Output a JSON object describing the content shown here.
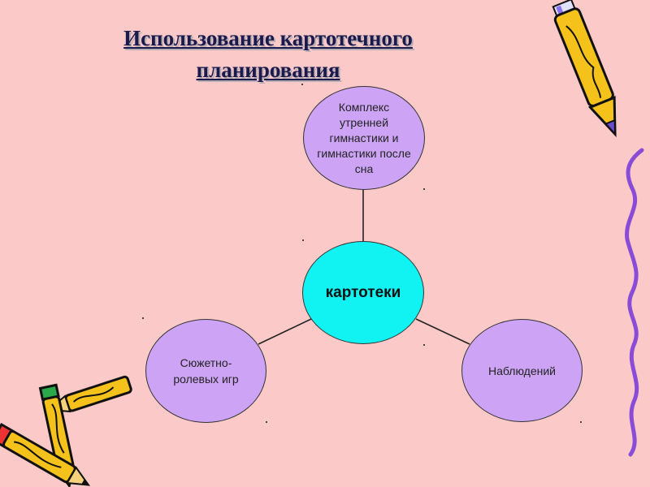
{
  "title": {
    "line1": "Использование картотечного",
    "line2": "планирования"
  },
  "diagram": {
    "center": "картотеки",
    "top": "Комплекс утренней гимнастики и гимнастики после сна",
    "left": "Сюжетно-ролевых игр",
    "right": "Наблюдений"
  },
  "colors": {
    "background": "#fcc9c9",
    "node": "#cda4f5",
    "center_node": "#11f2f2",
    "title": "#1a1a4d"
  },
  "icons": [
    "pencil-icon",
    "crayon-icon",
    "pencil-icon",
    "squiggle-line"
  ]
}
